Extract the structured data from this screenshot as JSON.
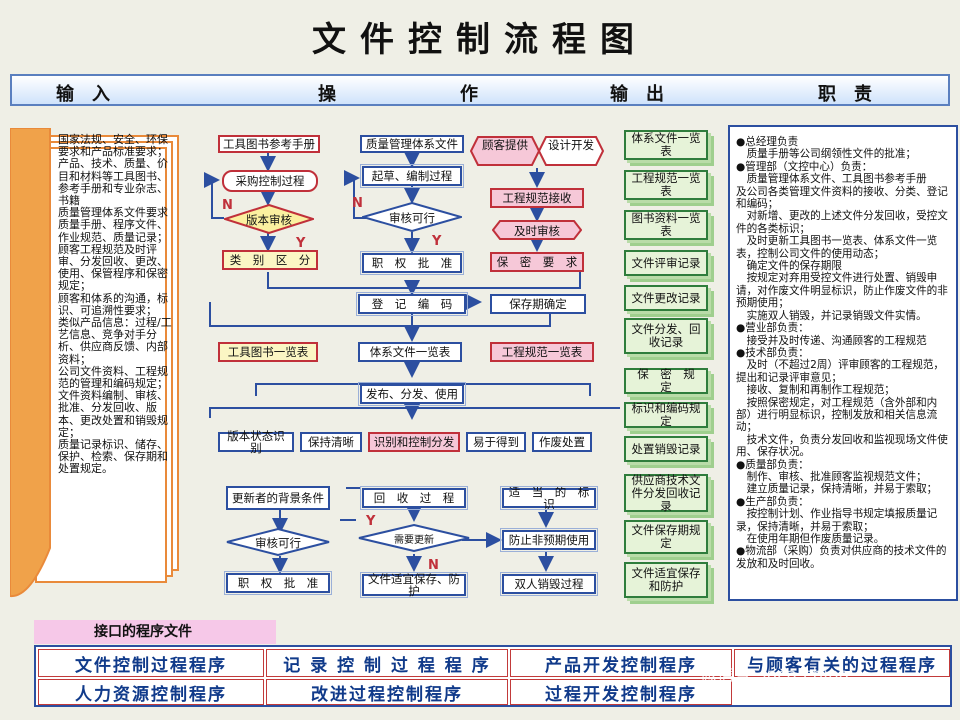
{
  "title": "文件控制流程图",
  "header": {
    "input": "输　入",
    "operation_1": "操",
    "operation_2": "作",
    "output": "输　出",
    "duty": "职　责"
  },
  "input_text": "国家法规、安全、环保要求和产品标准要求；\n产品、技术、质量、价目和材料等工具图书、参考手册和专业杂志、书籍\n质量管理体系文件要求\n质量手册、程序文件、作业规范、质量记录；\n顾客工程规范及时评审、分发回收、更改、使用、保管程序和保密规定；\n顾客和体系的沟通，标识、可追溯性要求；\n类似产品信息：过程/工艺信息、竞争对手分析、供应商反馈、内部资料；\n公司文件资料、工程规范的管理和编码规定；\n文件资料编制、审核、批准、分发回收、版本、更改处置和销毁规定；\n质量记录标识、储存、保护、检索、保存期和处置规定。",
  "flow": {
    "col1": {
      "ref_manual": "工具图书参考手册",
      "procure": "采购控制过程",
      "version_review": "版本审核",
      "classify": "类　别　区　分"
    },
    "col2": {
      "qms_docs": "质量管理体系文件",
      "draft": "起草、编制过程",
      "review": "审核可行",
      "approve": "职　权　批　准"
    },
    "col3": {
      "customer_provide": "顾客提供",
      "design_dev": "设计开发",
      "eng_receive": "工程规范接收",
      "timely_review": "及时审核",
      "confidential": "保　密　要　求"
    },
    "register": "登　记　编　码",
    "retention": "保存期确定",
    "tool_list": "工具图书一览表",
    "system_list": "体系文件一览表",
    "eng_list": "工程规范一览表",
    "publish": "发布、分发、使用",
    "version_state": "版本状态识别",
    "keep_clear": "保持清晰",
    "identify": "识别和控制分发",
    "easy_get": "易于得到",
    "void_handle": "作废处置",
    "update_bg": "更新者的背景条件",
    "review2": "审核可行",
    "approve2": "职　权　批　准",
    "recall": "回　收　过　程",
    "need_update": "需要更新",
    "proper_storage": "文件适宜保存、防护",
    "proper_mark": "适　当　的　标　识",
    "prevent_misuse": "防止非预期使用",
    "dual_destroy": "双人销毁过程",
    "N": "N",
    "Y": "Y"
  },
  "outputs": [
    "体系文件一览表",
    "工程规范一览表",
    "图书资料一览表",
    "文件评审记录",
    "文件更改记录",
    "文件分发、回收记录",
    "保　密　规　定",
    "标识和编码规定",
    "处置销毁记录",
    "供应商技术文件分发回收记录",
    "文件保存期规定",
    "文件适宜保存和防护"
  ],
  "resp_text": "●总经理负责\n　质量手册等公司纲领性文件的批准；\n●管理部（文控中心）负责：\n　质量管理体系文件、工具图书参考手册\n及公司各类管理文件资料的接收、分类、登记和编码；\n　对新增、更改的上述文件分发回收，受控文件的各类标识；\n　及时更新工具图书一览表、体系文件一览表，控制公司文件的使用动态；\n　确定文件的保存期限\n　按规定对弃用受控文件进行处置、销毁申请，对作废文件明显标识，防止作废文件的非预期使用；\n　实施双人销毁，并记录销毁文件实情。\n●营业部负责：\n　接受并及时传递、沟通顾客的工程规范\n●技术部负责：\n　及时（不超过2周）评审顾客的工程规范，提出和记录评审意见；\n　接收、复制和再制作工程规范；\n　按照保密规定，对工程规范（含外部和内部）进行明显标识，控制发放和相关信息流动；\n　技术文件，负责分发回收和监视现场文件使用、保存状况。\n●质量部负责：\n　制作、审核、批准顾客监视规范文件；\n　建立质量记录，保持清晰，并易于索取；\n●生产部负责：\n　按控制计划、作业指导书规定填报质量记录，保持清晰，并易于索取；\n　在使用年期但作废质量记录。\n●物流部（采购）负责对供应商的技术文件的发放和及时回收。",
  "interface": {
    "tab_label": "接口的程序文件",
    "cells": [
      "文件控制过程程序",
      "记 录 控 制 过 程 程 序",
      "产品开发控制程序",
      "与顾客有关的过程程序",
      "人力资源控制程序",
      "改进过程控制程序",
      "过程开发控制程序"
    ]
  },
  "watermark": "微信号: iaca-china",
  "colors": {
    "flow_blue": "#2c4fa0",
    "flow_red": "#c0303a",
    "output_green": "#2f7d3c",
    "input_orange": "#e98a3a"
  }
}
